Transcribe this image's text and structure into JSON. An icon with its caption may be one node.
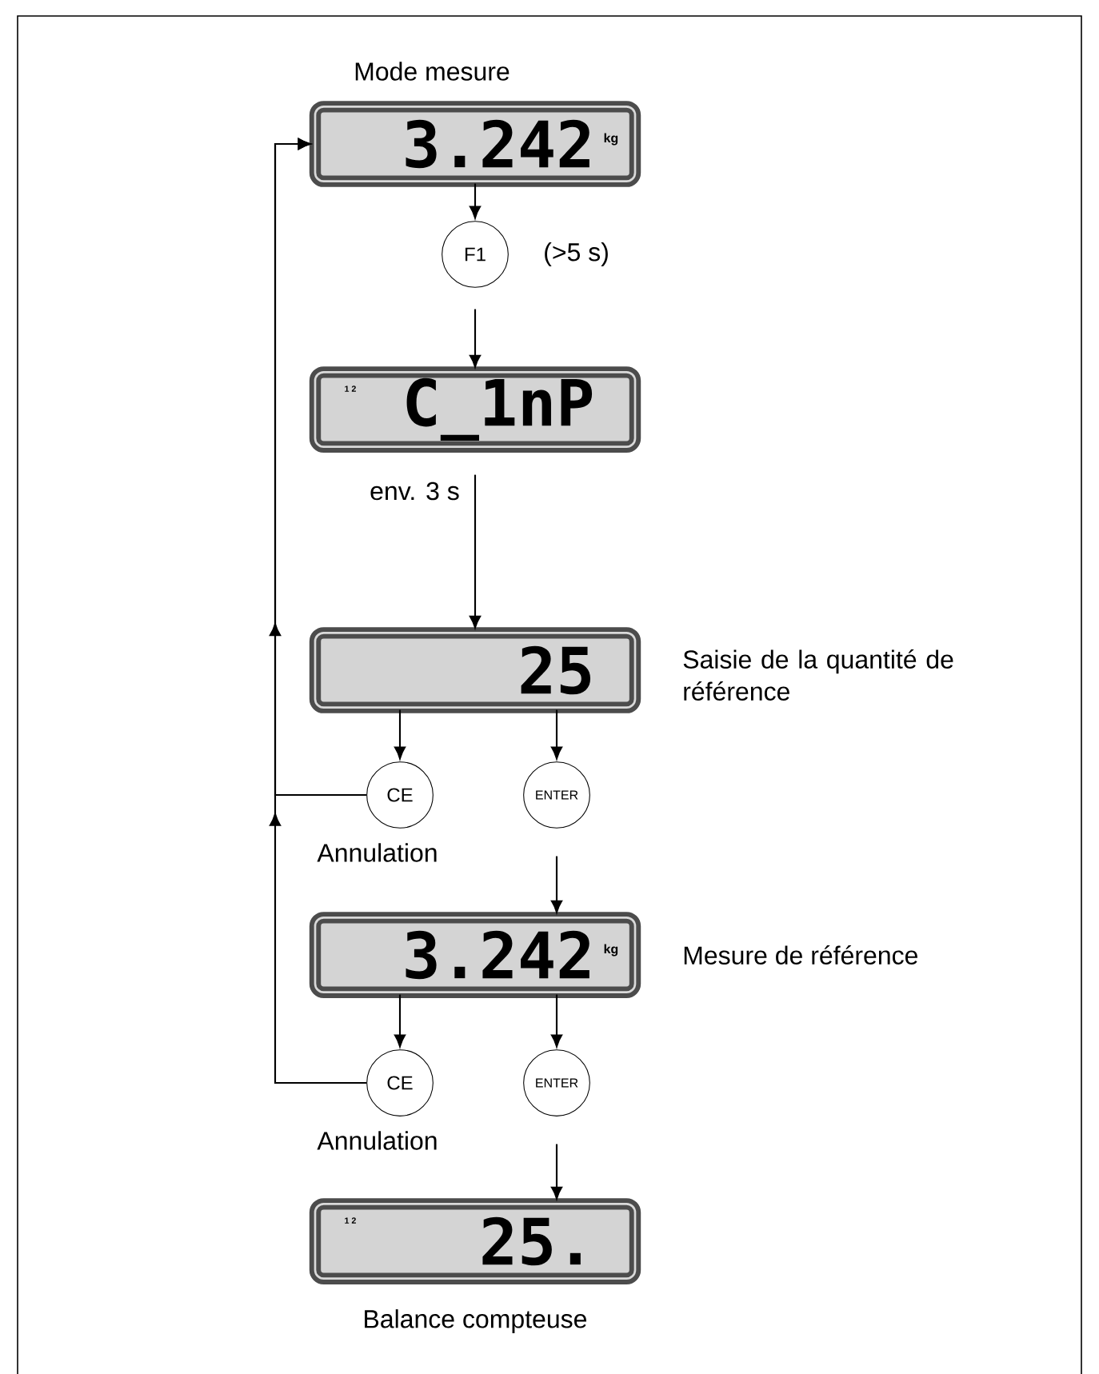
{
  "diagram": {
    "nodes": [
      {
        "text": [
          "Mode mesure",
          "3.242",
          "kg"
        ]
      },
      {
        "text": [
          "F1"
        ],
        "beside": [
          "(>5 s)"
        ]
      },
      {
        "text": [
          "1 2",
          "C_1nP"
        ]
      },
      {
        "text": [
          "25"
        ],
        "beside": [
          "Saisie de la quantité de référence"
        ]
      },
      {
        "text": [
          "CE"
        ],
        "beside": [
          "Annulation"
        ]
      },
      {
        "text": [
          "ENTER"
        ]
      },
      {
        "text": [
          "3.242",
          "kg"
        ],
        "beside": [
          "Mesure de référence"
        ]
      },
      {
        "text": [
          "CE"
        ],
        "beside": [
          "Annulation"
        ]
      },
      {
        "text": [
          "ENTER"
        ]
      },
      {
        "text": [
          "1 2",
          "25."
        ],
        "beside": [
          "Balance compteuse"
        ]
      }
    ],
    "edges": [
      {
        "from": 0,
        "to": 1,
        "arrow": "to"
      },
      {
        "from": 1,
        "to": 2,
        "arrow": "to"
      },
      {
        "from": 2,
        "to": 3,
        "arrow": "to",
        "label": "env. 3 s"
      },
      {
        "from": 3,
        "to": 4,
        "arrow": "to"
      },
      {
        "from": 3,
        "to": 5,
        "arrow": "to"
      },
      {
        "from": 5,
        "to": 6,
        "arrow": "to"
      },
      {
        "from": 6,
        "to": 7,
        "arrow": "to"
      },
      {
        "from": 6,
        "to": 8,
        "arrow": "to"
      },
      {
        "from": 8,
        "to": 9,
        "arrow": "to"
      },
      {
        "from": 4,
        "to": 0,
        "arrow": "to"
      },
      {
        "from": 7,
        "to": 0,
        "arrow": "to"
      }
    ]
  }
}
